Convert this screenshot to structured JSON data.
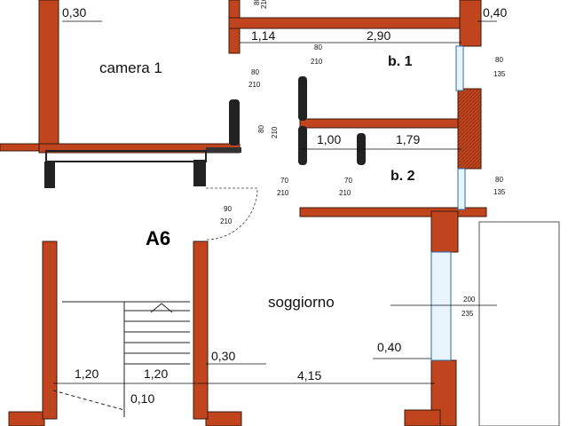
{
  "plan": {
    "unit_label": "A6",
    "rooms": {
      "camera1": "camera 1",
      "bath1": "b. 1",
      "bath2": "b. 2",
      "living": "soggiorno"
    },
    "dimensions": {
      "wall_top_left": "0,30",
      "wall_top_right": "0,40",
      "corridor_114": "1,14",
      "bath1_width": "2,90",
      "bath2_a": "1,00",
      "bath2_b": "1,79",
      "wall_right_living": "0,40",
      "wall_030_bottom": "0,30",
      "stair_a": "1,20",
      "stair_b": "1,20",
      "stair_gap": "0,10",
      "living_width": "4,15"
    },
    "openings": {
      "door_top": {
        "w": "80",
        "h": "210"
      },
      "door_bath1_top": {
        "w": "80",
        "h": "210"
      },
      "door_camera": {
        "w": "80",
        "h": "210"
      },
      "door_bath2_side": {
        "w": "80",
        "h": "210"
      },
      "door_bath2_a": {
        "w": "70",
        "h": "210"
      },
      "door_bath2_b": {
        "w": "70",
        "h": "210"
      },
      "door_entry": {
        "w": "90",
        "h": "210"
      },
      "window_bath1": {
        "w": "80",
        "h": "135"
      },
      "window_bath2": {
        "w": "80",
        "h": "135"
      },
      "window_living": {
        "w": "200",
        "h": "235"
      }
    }
  }
}
